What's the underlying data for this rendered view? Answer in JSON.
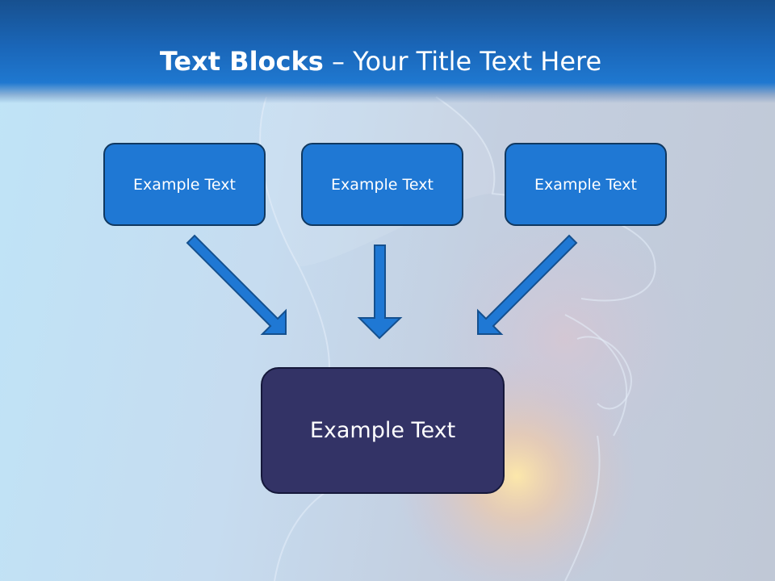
{
  "slide": {
    "title_bold": "Text Blocks",
    "title_rest": " – Your Title Text Here",
    "blocks": [
      {
        "label": "Example Text"
      },
      {
        "label": "Example Text"
      },
      {
        "label": "Example Text"
      }
    ],
    "center_block": {
      "label": "Example Text"
    }
  },
  "colors": {
    "header": "#1a66b8",
    "block_fill": "#1f78d4",
    "block_border": "#103860",
    "center_fill": "#333366",
    "arrow_fill": "#1f78d4"
  }
}
